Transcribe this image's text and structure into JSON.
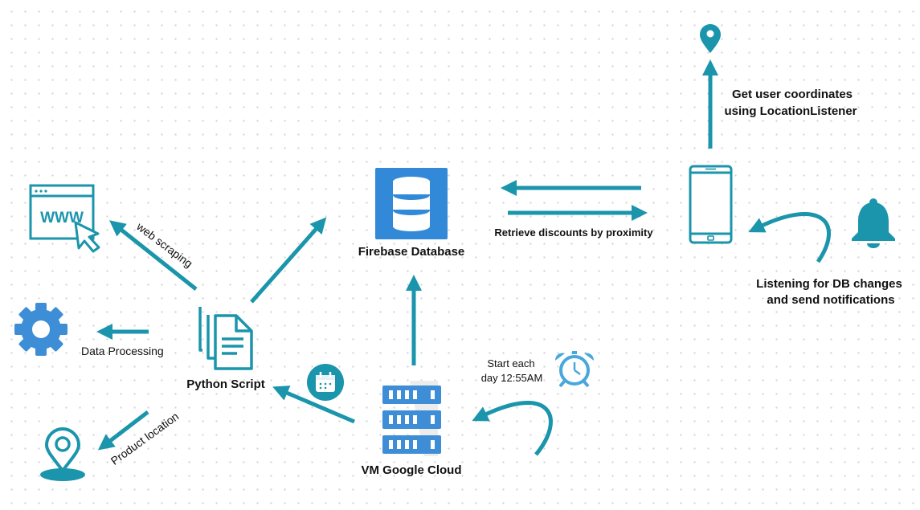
{
  "nodes": {
    "firebase": {
      "label": "Firebase Database"
    },
    "python": {
      "label": "Python Script"
    },
    "vm": {
      "label": "VM Google Cloud"
    }
  },
  "edges": {
    "web_scraping": "web scraping",
    "data_processing": "Data Processing",
    "product_location": "Product location",
    "retrieve": "Retrieve discounts by proximity",
    "schedule": {
      "line1": "Start each",
      "line2": "day 12:55AM"
    },
    "coords": {
      "line1": "Get user coordinates",
      "line2": "using LocationListener"
    },
    "listen": {
      "line1": "Listening for DB changes",
      "line2": "and send notifications"
    }
  },
  "icons": {
    "www_text": "WWW",
    "names": [
      "browser-www-icon",
      "cursor-icon",
      "gear-icon",
      "map-pin-icon",
      "document-icon",
      "calendar-icon",
      "database-icon",
      "server-rack-icon",
      "alarm-clock-icon",
      "smartphone-icon",
      "bell-icon"
    ]
  },
  "colors": {
    "teal": "#1a95ab",
    "blue": "#3d8ed6",
    "clock": "#48a7dc",
    "firebase_bg": "#3189d8"
  }
}
